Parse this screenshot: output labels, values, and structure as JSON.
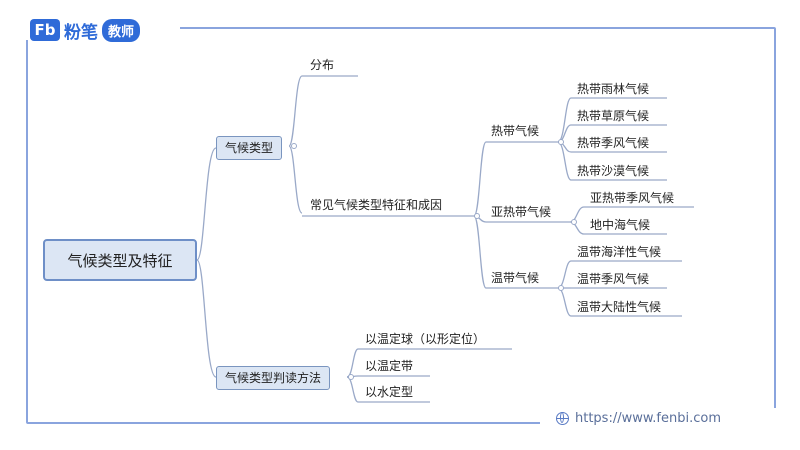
{
  "brand": {
    "logo_mark": "Fb",
    "logo_text": "粉笔",
    "badge": "教师"
  },
  "mindmap": {
    "root": "气候类型及特征",
    "branch1": {
      "label": "气候类型",
      "children": {
        "distribution": "分布",
        "features": "常见气候类型特征和成因"
      },
      "tropical": {
        "label": "热带气候",
        "items": [
          "热带雨林气候",
          "热带草原气候",
          "热带季风气候",
          "热带沙漠气候"
        ]
      },
      "subtropical": {
        "label": "亚热带气候",
        "items": [
          "亚热带季风气候",
          "地中海气候"
        ]
      },
      "temperate": {
        "label": "温带气候",
        "items": [
          "温带海洋性气候",
          "温带季风气候",
          "温带大陆性气候"
        ]
      }
    },
    "branch2": {
      "label": "气候类型判读方法",
      "items": [
        "以温定球（以形定位）",
        "以温定带",
        "以水定型"
      ]
    }
  },
  "footer": {
    "url": "https://www.fenbi.com"
  },
  "colors": {
    "frame": "#8aa4de",
    "node_fill": "#dce6f4",
    "node_border": "#7a95bf",
    "line": "#9aa9c8",
    "brand": "#2f6bd8"
  }
}
